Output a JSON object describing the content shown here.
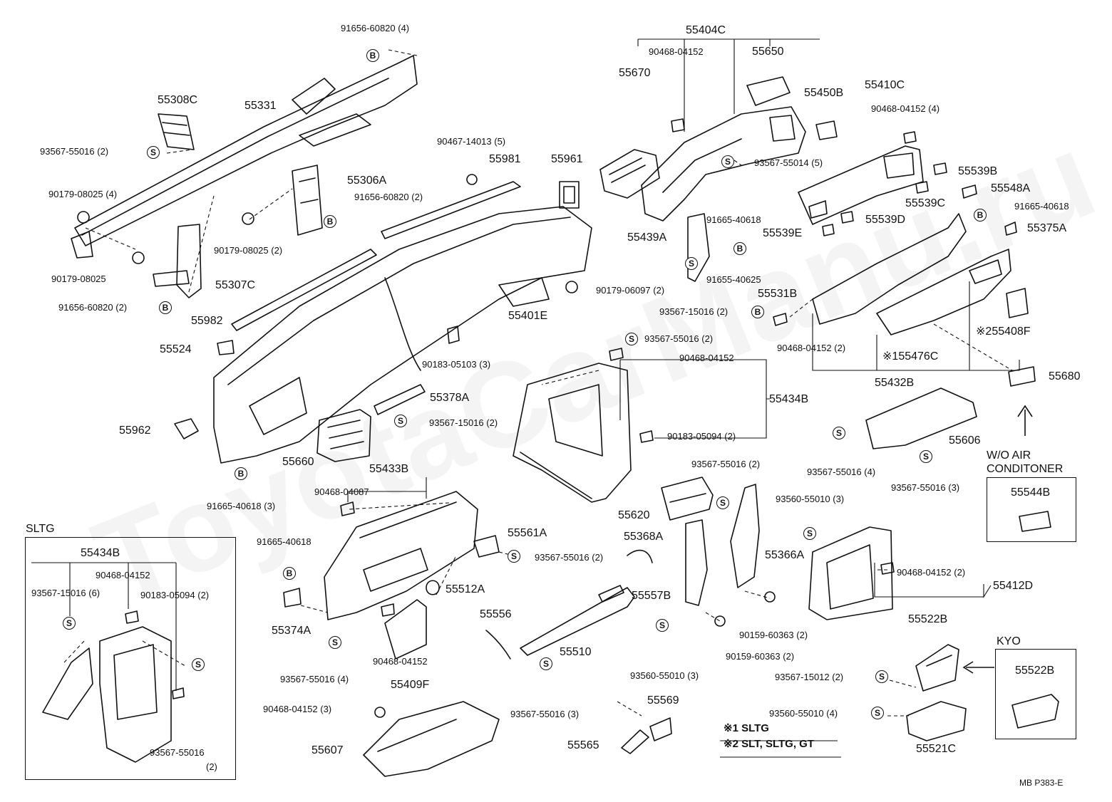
{
  "watermark": "ToyotaCarManu.ru",
  "parts": {
    "p1": "91656-60820 (4)",
    "p2": "55308C",
    "p3": "55331",
    "p4": "93567-55016 (2)",
    "p5": "90179-08025 (4)",
    "p6": "55306A",
    "p7": "91656-60820 (2)",
    "p8": "90179-08025 (2)",
    "p9": "90179-08025",
    "p10": "55307C",
    "p11": "91656-60820 (2)",
    "p12": "90467-14013 (5)",
    "p13": "55981",
    "p14": "55961",
    "p15": "55982",
    "p16": "55524",
    "p17": "55401E",
    "p18": "90179-06097 (2)",
    "p19": "90183-05103 (3)",
    "p20": "55378A",
    "p21": "93567-15016 (2)",
    "p22": "55962",
    "p23": "55660",
    "p24": "91665-40618 (3)",
    "p25": "55404C",
    "p26": "90468-04152",
    "p27": "55650",
    "p28": "55670",
    "p29": "93567-55014 (5)",
    "p30": "55450B",
    "p31": "55410C",
    "p32": "90468-04152 (4)",
    "p33": "55539B",
    "p34": "55548A",
    "p35": "55539C",
    "p36": "91665-40618",
    "p37": "55375A",
    "p38": "55539E",
    "p39": "55539D",
    "p40": "55439A",
    "p41": "91665-40618",
    "p42": "91655-40625",
    "p43": "55531B",
    "p44": "93567-15016 (2)",
    "p45": "90468-04152 (2)",
    "p46": "55476C",
    "p47": "55408F",
    "p48": "55432B",
    "p49": "55680",
    "p50": "93567-55016 (2)",
    "p51": "90468-04152",
    "p52": "55434B",
    "p53": "90183-05094 (2)",
    "p54": "55606",
    "p55": "93567-55016 (4)",
    "p56": "93567-55016 (3)",
    "p57": "W/O AIR",
    "p58": "CONDITONER",
    "p59": "55544B",
    "p60": "55433B",
    "p61": "90468-04087",
    "p62": "91665-40618",
    "p63": "55561A",
    "p64": "93567-55016 (2)",
    "p65": "55512A",
    "p66": "55374A",
    "p67": "93567-55016 (4)",
    "p68": "90468-04152",
    "p69": "55409F",
    "p70": "90468-04152 (3)",
    "p71": "55607",
    "p72": "55556",
    "p73": "55510",
    "p74": "93567-55016 (3)",
    "p75": "55557B",
    "p76": "55569",
    "p77": "55565",
    "p78": "93567-55016 (2)",
    "p79": "55620",
    "p80": "55368A",
    "p81": "93560-55010 (3)",
    "p82": "90159-60363 (2)",
    "p83": "93560-55010 (3)",
    "p84": "55366A",
    "p85": "90159-60363 (2)",
    "p86": "90468-04152 (2)",
    "p87": "55412D",
    "p88": "55522B",
    "p89": "93567-15012 (2)",
    "p90": "93560-55010 (4)",
    "p91": "55521C",
    "p92": "KYO",
    "p93": "55522B",
    "sltg_title": "SLTG",
    "s1": "55434B",
    "s2": "90468-04152",
    "s3": "93567-15016 (6)",
    "s4": "90183-05094 (2)",
    "s5": "93567-55016",
    "s6": "(2)"
  },
  "symbols": {
    "b": "B",
    "s": "S"
  },
  "notes": {
    "n1": "※1 SLTG",
    "n2": "※2 SLT, SLTG, GT",
    "m1": "※1",
    "m2": "※2"
  },
  "footer": "MB  P383-E"
}
